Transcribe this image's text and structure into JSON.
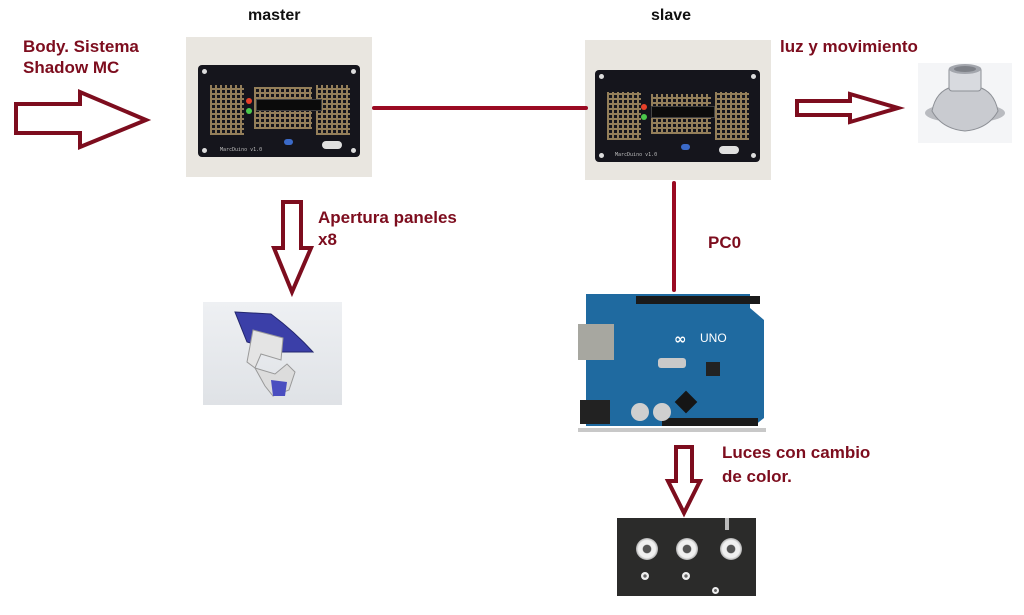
{
  "diagram": {
    "colors": {
      "arrow": "#7d0d1e",
      "connector": "#9a0a22",
      "label_red": "#7d0d1e",
      "label_black": "#111111"
    },
    "labels": {
      "input_line1": "Body. Sistema",
      "input_line2": "Shadow  MC",
      "master": "master",
      "slave": "slave",
      "light_motion": "luz y movimiento",
      "panels_line1": "Apertura paneles",
      "panels_line2": "x8",
      "pc0": "PC0",
      "lights_line1": "Luces con cambio",
      "lights_line2": "de color."
    },
    "nodes": [
      {
        "id": "master-board",
        "kind": "photo",
        "depicts": "MarcDuino v1.0 board",
        "silk": "MarcDuino v1.0"
      },
      {
        "id": "slave-board",
        "kind": "photo",
        "depicts": "MarcDuino v1.0 board",
        "silk": "MarcDuino v1.0"
      },
      {
        "id": "dome-light",
        "kind": "photo",
        "depicts": "3D-printed holoprojector"
      },
      {
        "id": "panel-mechanism",
        "kind": "photo",
        "depicts": "dome panel servo mechanism"
      },
      {
        "id": "arduino-uno",
        "kind": "photo",
        "depicts": "Arduino UNO board",
        "text": "UNO"
      },
      {
        "id": "color-lights",
        "kind": "photo",
        "depicts": "LED light fixtures"
      }
    ],
    "edges": [
      {
        "from": "input",
        "to": "master-board",
        "style": "hollow-arrow"
      },
      {
        "from": "master-board",
        "to": "slave-board",
        "style": "line"
      },
      {
        "from": "slave-board",
        "to": "dome-light",
        "style": "hollow-arrow"
      },
      {
        "from": "master-board",
        "to": "panel-mechanism",
        "style": "hollow-arrow"
      },
      {
        "from": "slave-board",
        "to": "arduino-uno",
        "style": "line",
        "label": "PC0"
      },
      {
        "from": "arduino-uno",
        "to": "color-lights",
        "style": "hollow-arrow"
      }
    ]
  }
}
